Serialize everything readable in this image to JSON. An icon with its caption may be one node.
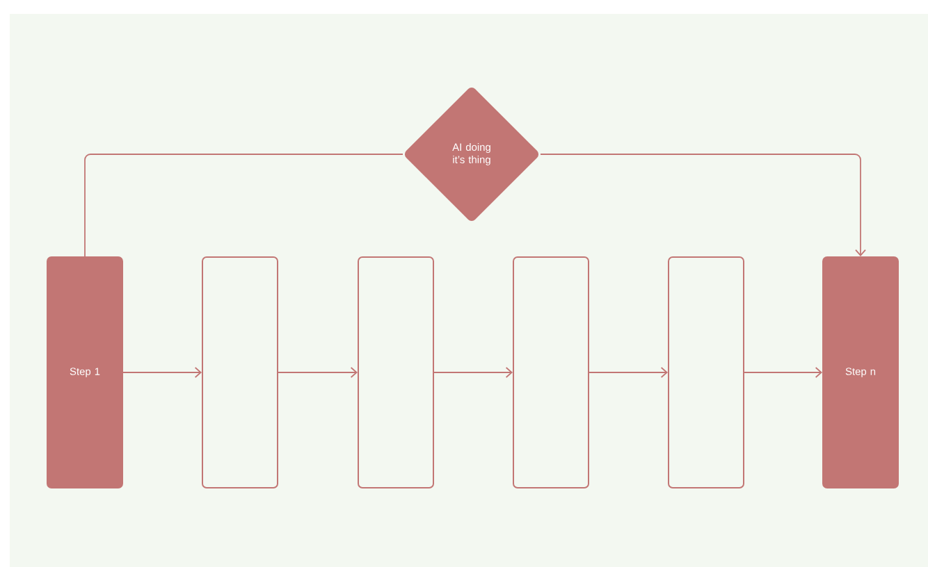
{
  "diagram": {
    "nodes": [
      {
        "text": [
          "AI doing it’s thing"
        ]
      },
      {
        "text": [
          "Step 1"
        ]
      },
      {
        "text": [],
        "shape": "box"
      },
      {
        "text": [],
        "shape": "box"
      },
      {
        "text": [],
        "shape": "box"
      },
      {
        "text": [],
        "shape": "box"
      },
      {
        "text": [
          "Step n"
        ]
      }
    ],
    "edges": [
      {
        "from": 1,
        "to": 0,
        "arrow": "none"
      },
      {
        "from": 0,
        "to": 6,
        "arrow": "to"
      },
      {
        "from": 1,
        "to": 2,
        "arrow": "to"
      },
      {
        "from": 2,
        "to": 3,
        "arrow": "to"
      },
      {
        "from": 3,
        "to": 4,
        "arrow": "to"
      },
      {
        "from": 4,
        "to": 5,
        "arrow": "to"
      },
      {
        "from": 5,
        "to": 6,
        "arrow": "to"
      }
    ]
  }
}
